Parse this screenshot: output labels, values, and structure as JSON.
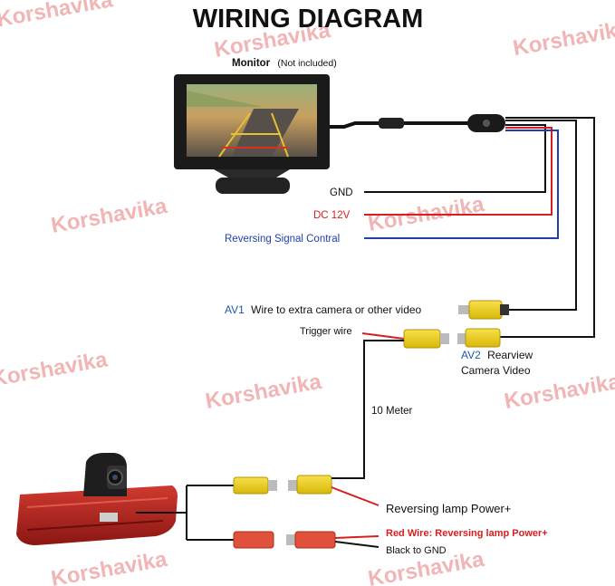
{
  "title": "WIRING DIAGRAM",
  "monitor": {
    "label": "Monitor",
    "note": "(Not included)"
  },
  "wires": {
    "gnd": "GND",
    "dc12v": "DC 12V",
    "reversing_signal": "Reversing Signal Contral",
    "av1_prefix": "AV1",
    "av1_text": "Wire to extra camera or other video",
    "trigger": "Trigger wire",
    "av2_prefix": "AV2",
    "av2_text": "Rearview",
    "av2_line2": "Camera Video",
    "length": "10 Meter",
    "reversing_lamp": "Reversing lamp Power+",
    "red_wire": "Red Wire: Reversing lamp Power+",
    "black_wire": "Black to GND"
  },
  "watermark": "Korshavika",
  "colors": {
    "red": "#d81e1e",
    "blue": "#1f3fb0",
    "av_blue": "#1e5aa8",
    "black": "#111111",
    "rca_yellow": "#f2d31a",
    "connector_red": "#e0503a",
    "watermark": "#f2b5b5",
    "camera_red": "#b8231f"
  }
}
